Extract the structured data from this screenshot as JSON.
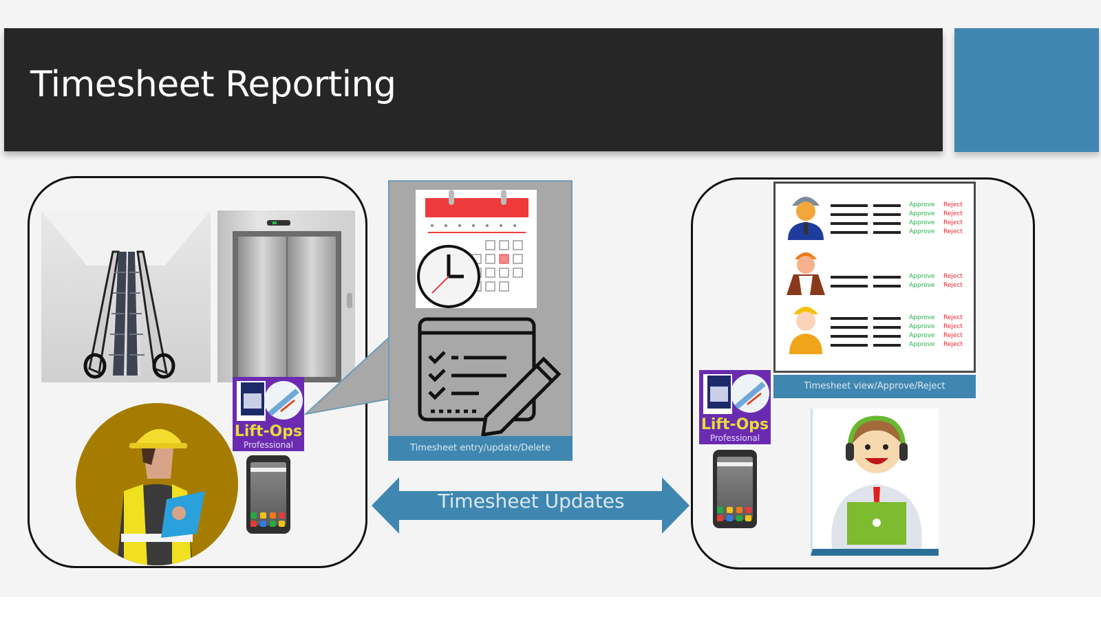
{
  "slide": {
    "title": "Timesheet Reporting",
    "colors": {
      "title_bar": "#262626",
      "accent": "#3f87b0",
      "background": "#f4f4f4",
      "approve": "#22b04a",
      "reject": "#e8202a",
      "lift_ops_badge": "#6a2bb0"
    }
  },
  "left_panel": {
    "images": [
      "escalator-photo",
      "elevator-photo",
      "field-technician-illustration"
    ],
    "lift_ops_badge": {
      "title": "Lift-Ops",
      "subtitle": "Professional"
    },
    "phone": "mobile-phone-icon"
  },
  "callout": {
    "icons": [
      "calendar-icon",
      "clock-icon",
      "checklist-edit-icon"
    ],
    "caption": "Timesheet entry/update/Delete"
  },
  "arrow": {
    "label": "Timesheet Updates"
  },
  "right_panel": {
    "lift_ops_badge": {
      "title": "Lift-Ops",
      "subtitle": "Professional"
    },
    "phone": "mobile-phone-icon",
    "approvals": {
      "caption": "Timesheet view/Approve/Reject",
      "approve_label": "Approve",
      "reject_label": "Reject",
      "workers": [
        {
          "avatar": "engineer-avatar",
          "entries": 4
        },
        {
          "avatar": "female-worker-avatar",
          "entries": 2
        },
        {
          "avatar": "worker-avatar",
          "entries": 4
        }
      ]
    },
    "supervisor": "supervisor-with-headset-illustration"
  }
}
